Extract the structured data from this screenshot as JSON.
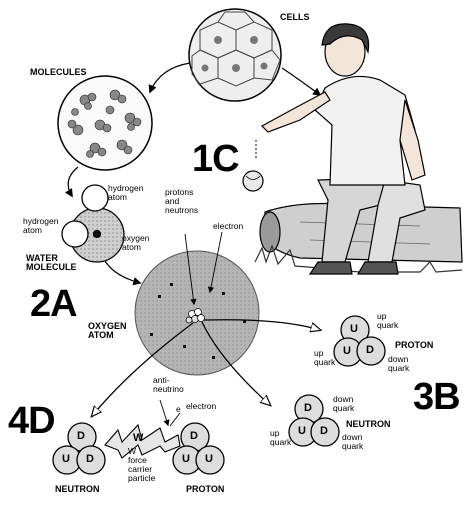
{
  "labels": {
    "cells": "CELLS",
    "molecules": "MOLECULES",
    "hydrogen_atom_top": "hydrogen\natom",
    "hydrogen_atom_left": "hydrogen\natom",
    "oxygen_atom_small": "oxygen\natom",
    "water_molecule": "WATER\nMOLECULE",
    "protons_and_neutrons": "protons\nand\nneutrons",
    "electron_top": "electron",
    "oxygen_atom": "OXYGEN\nATOM",
    "anti_neutrino": "anti-\nneutrino",
    "electron_bottom": "electron",
    "e_symbol": "e",
    "w_force": "W\nforce\ncarrier\nparticle",
    "w_letter": "W",
    "neutron_bottom": "NEUTRON",
    "proton_bottom": "PROTON",
    "proton_right": "PROTON",
    "neutron_right": "NEUTRON",
    "up_quark_p1": "up\nquark",
    "up_quark_p2": "up\nquark",
    "down_quark_p": "down\nquark",
    "down_quark_n1": "down\nquark",
    "up_quark_n": "up\nquark",
    "down_quark_n2": "down\nquark"
  },
  "step_labels": {
    "s1c": "1C",
    "s2a": "2A",
    "s3b": "3B",
    "s4d": "4D"
  },
  "quarks": {
    "proton_right": [
      "U",
      "U",
      "D"
    ],
    "neutron_right": [
      "D",
      "U",
      "D"
    ],
    "neutron_bottom": [
      "D",
      "U",
      "D"
    ],
    "proton_bottom": [
      "D",
      "U",
      "U"
    ]
  }
}
